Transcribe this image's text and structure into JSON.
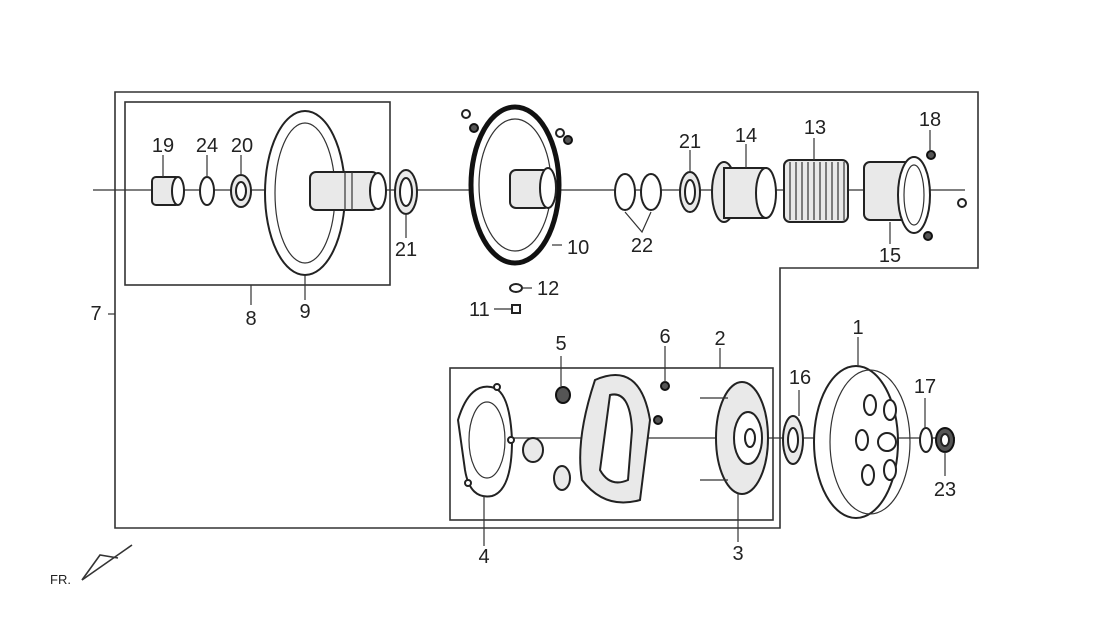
{
  "labels": {
    "l1": "1",
    "l2": "2",
    "l3": "3",
    "l4": "4",
    "l5": "5",
    "l6": "6",
    "l7": "7",
    "l8": "8",
    "l9": "9",
    "l10": "10",
    "l11": "11",
    "l12": "12",
    "l13": "13",
    "l14": "14",
    "l15": "15",
    "l16": "16",
    "l17": "17",
    "l18": "18",
    "l19": "19",
    "l20": "20",
    "l21a": "21",
    "l21b": "21",
    "l22": "22",
    "l23": "23",
    "l24": "24"
  },
  "direction_marker": "FR."
}
